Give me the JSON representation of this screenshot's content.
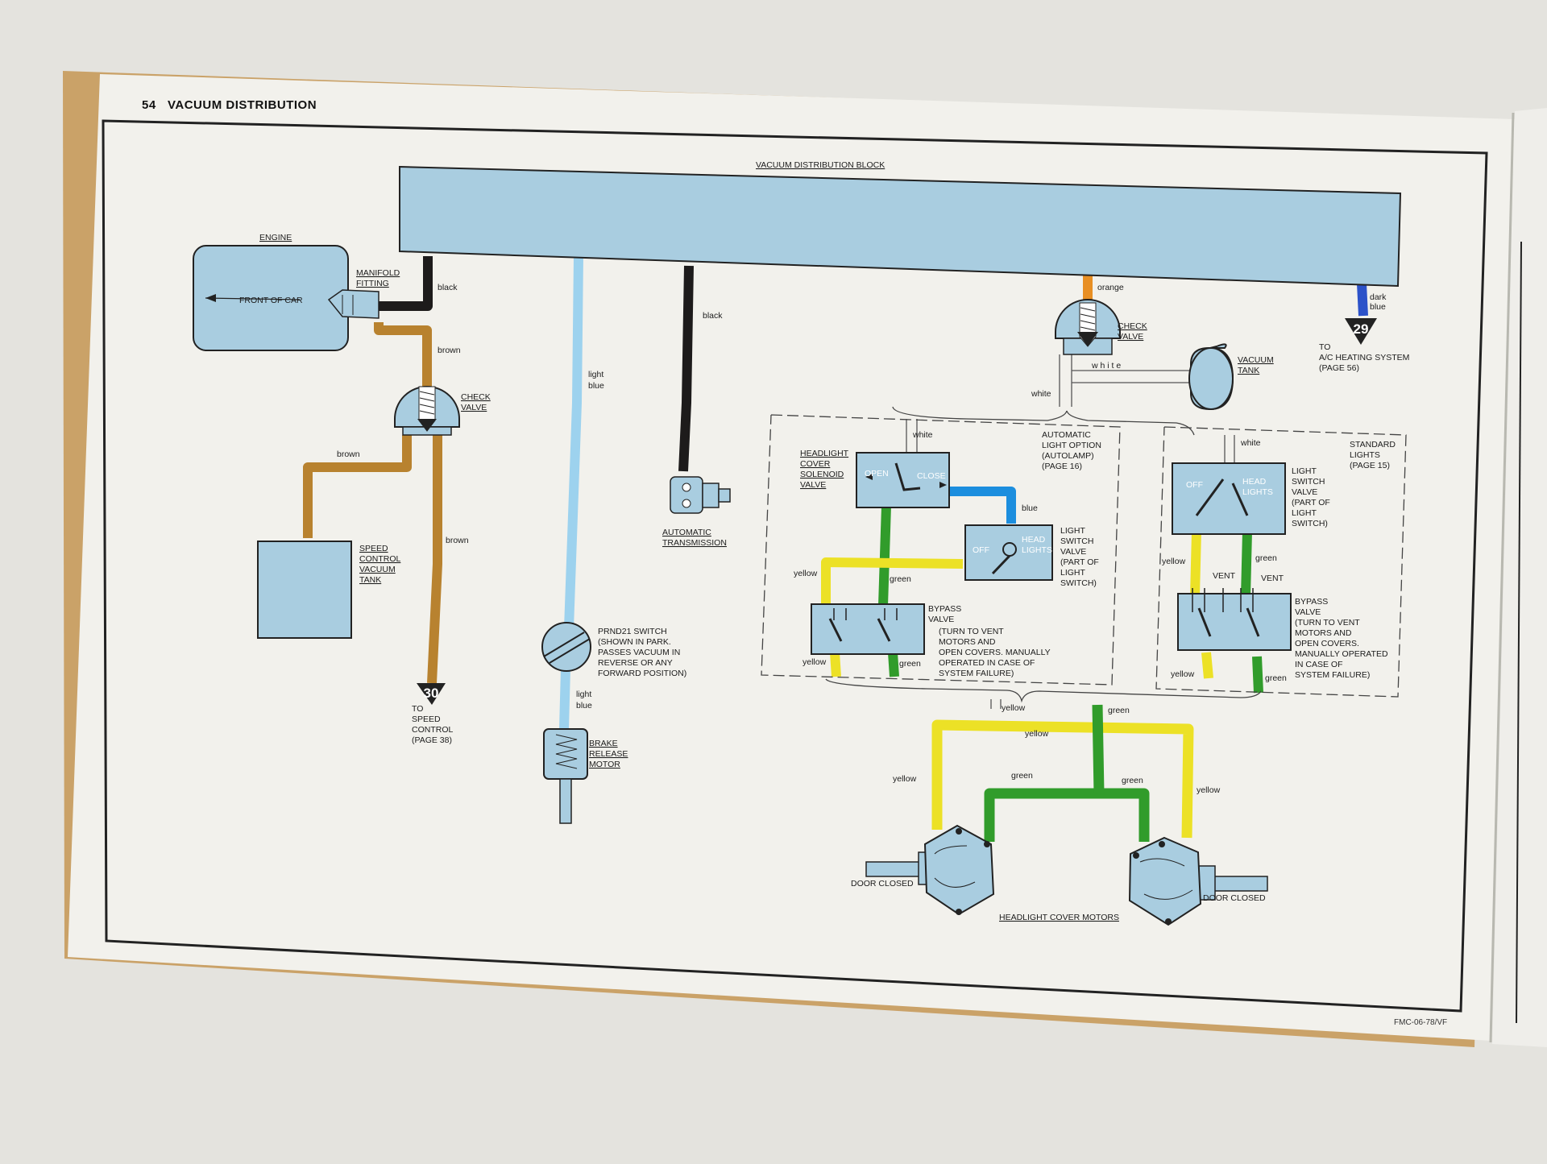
{
  "header": {
    "page_number": "54",
    "title": "VACUUM DISTRIBUTION"
  },
  "footer": {
    "code": "FMC-06-78/VF"
  },
  "colors": {
    "component": "#a9cde0",
    "black": "#1d1b1b",
    "brown": "#b8822f",
    "light_blue": "#9dd2ee",
    "orange": "#e88f24",
    "dark_blue": "#2c52c9",
    "white_hose": "#f3f3ee",
    "yellow": "#ece126",
    "green": "#319c2b",
    "blue": "#1c8ede",
    "paper": "#f3f2ec"
  },
  "labels": {
    "distribution_block": "VACUUM DISTRIBUTION BLOCK",
    "engine": "ENGINE",
    "front_of_car": "FRONT OF CAR",
    "manifold_fitting": [
      "MANIFOLD",
      "FITTING"
    ],
    "check_valve": [
      "CHECK",
      "VALVE"
    ],
    "speed_control_tank": [
      "SPEED",
      "CONTROL",
      "VACUUM",
      "TANK"
    ],
    "to_speed_control": {
      "number": "30",
      "lines": [
        "TO",
        "SPEED",
        "CONTROL",
        "(PAGE 38)"
      ]
    },
    "automatic_transmission": [
      "AUTOMATIC",
      "TRANSMISSION"
    ],
    "prnd21_switch": [
      "PRND21 SWITCH",
      "(SHOWN IN PARK.",
      "PASSES VACUUM IN",
      "REVERSE OR ANY",
      "FORWARD POSITION)"
    ],
    "brake_release_motor": [
      "BRAKE",
      "RELEASE",
      "MOTOR"
    ],
    "vacuum_tank": [
      "VACUUM",
      "TANK"
    ],
    "to_ac_heating": {
      "number": "29",
      "lines": [
        "TO",
        "A/C HEATING SYSTEM",
        "(PAGE 56)"
      ]
    },
    "automatic_light_option": [
      "AUTOMATIC",
      "LIGHT OPTION",
      "(AUTOLAMP)",
      "(PAGE 16)"
    ],
    "headlight_cover_solenoid": [
      "HEADLIGHT",
      "COVER",
      "SOLENOID",
      "VALVE"
    ],
    "light_switch_valve_left": [
      "LIGHT",
      "SWITCH",
      "VALVE",
      "(PART OF",
      "LIGHT",
      "SWITCH)"
    ],
    "bypass_valve_left": [
      "BYPASS",
      "VALVE",
      "(TURN TO VENT",
      "MOTORS AND",
      "OPEN COVERS.  MANUALLY",
      "OPERATED IN CASE OF",
      "SYSTEM FAILURE)"
    ],
    "standard_lights": [
      "STANDARD",
      "LIGHTS",
      "(PAGE 15)"
    ],
    "light_switch_valve_right": [
      "LIGHT",
      "SWITCH",
      "VALVE",
      "(PART OF",
      "LIGHT",
      "SWITCH)"
    ],
    "bypass_valve_right": [
      "BYPASS",
      "VALVE",
      "(TURN TO VENT",
      "MOTORS AND",
      "OPEN COVERS.",
      "MANUALLY  OPERATED",
      "IN CASE OF",
      "SYSTEM FAILURE)"
    ],
    "headlight_cover_motors": "HEADLIGHT COVER MOTORS",
    "door_closed": "DOOR CLOSED"
  },
  "switch_text": {
    "open": "OPEN",
    "close": "CLOSE",
    "off": "OFF",
    "head_lights": [
      "HEAD",
      "LIGHTS"
    ],
    "vent": "VENT"
  },
  "hose_labels": {
    "black": "black",
    "brown": "brown",
    "light": "light",
    "blue": "blue",
    "light_blue": [
      "light",
      "blue"
    ],
    "orange": "orange",
    "dark_blue": [
      "dark",
      "blue"
    ],
    "white": "white",
    "white_spaced": "w h i t e",
    "yellow": "yellow",
    "green": "green"
  }
}
